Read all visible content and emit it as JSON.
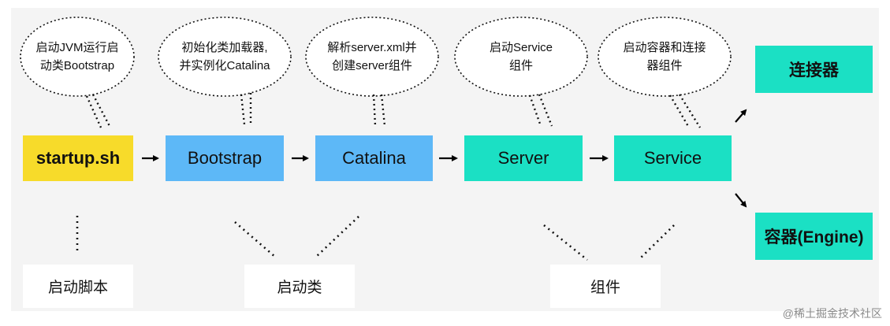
{
  "clouds": [
    {
      "line1": "启动JVM运行启",
      "line2": "动类Bootstrap"
    },
    {
      "line1": "初始化类加载器,",
      "line2": "并实例化Catalina"
    },
    {
      "line1": "解析server.xml并",
      "line2": "创建server组件"
    },
    {
      "line1": "启动Service",
      "line2": "组件"
    },
    {
      "line1": "启动容器和连接",
      "line2": "器组件"
    }
  ],
  "flow": [
    "startup.sh",
    "Bootstrap",
    "Catalina",
    "Server",
    "Service"
  ],
  "outputs": {
    "connector": "连接器",
    "container": "容器(Engine)"
  },
  "categories": {
    "script": "启动脚本",
    "boot_classes": "启动类",
    "components": "组件"
  },
  "watermark": "@稀土掘金技术社区",
  "colors": {
    "yellow": "#f7db2a",
    "blue": "#5db8f7",
    "teal": "#1be0c4",
    "background": "#f4f4f4"
  }
}
